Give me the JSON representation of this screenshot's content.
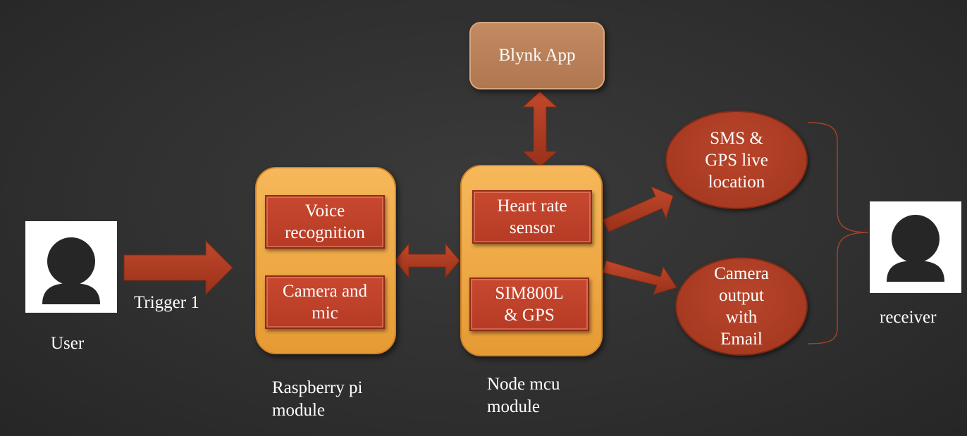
{
  "user": {
    "label": "User",
    "icon": "person-icon"
  },
  "trigger": {
    "label": "Trigger 1"
  },
  "raspberry": {
    "caption": "Raspberry pi\nmodule",
    "boxes": [
      "Voice\nrecognition",
      "Camera and\nmic"
    ]
  },
  "nodemcu": {
    "caption": "Node mcu\nmodule",
    "boxes": [
      "Heart rate\nsensor",
      "SIM800L\n& GPS"
    ]
  },
  "blynk": {
    "label": "Blynk App"
  },
  "outputs": {
    "sms": "SMS &\nGPS live\nlocation",
    "camera": "Camera\noutput\nwith\nEmail"
  },
  "receiver": {
    "label": "receiver",
    "icon": "person-icon"
  },
  "colors": {
    "background": "#333333",
    "module_fill": "#eea845",
    "inner_box": "#b63b25",
    "oval": "#a83a22",
    "arrow": "#a83a22",
    "blynk": "#b07650"
  }
}
